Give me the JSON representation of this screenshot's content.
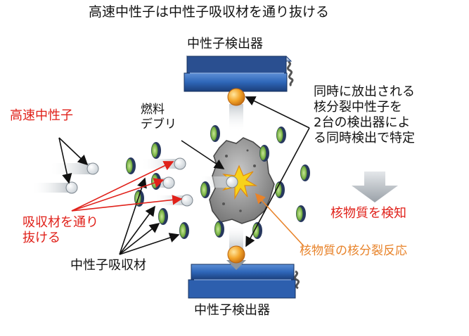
{
  "title": "高速中性子は中性子吸収材を通り抜ける",
  "labels": {
    "detector_top": "中性子検出器",
    "detector_bottom": "中性子検出器",
    "fast_neutron": "高速中性子",
    "fuel_debris": "燃料\nデブリ",
    "coincidence": "同時に放出される\n核分裂中性子を\n2台の検出器によ\nる同時検出で特定",
    "detect_material": "核物質を検知",
    "pass_through": "吸収材を通り\n抜ける",
    "absorber": "中性子吸収材",
    "fission_reaction": "核物質の核分裂反応"
  },
  "colors": {
    "red": "#e0211a",
    "orange": "#e8832a",
    "detector_blue": "#2e66b8",
    "detector_dark": "#1b3e7a",
    "fission_ball": "#f0a020",
    "absorber_green": "#7fb84a",
    "absorber_navy": "#27385e",
    "debris_gray": "#9a9a9a"
  }
}
